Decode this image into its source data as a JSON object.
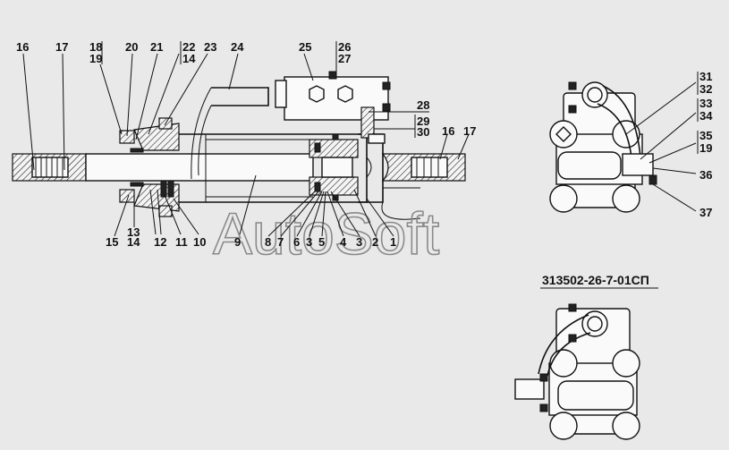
{
  "watermark": "AutoSoft",
  "variant_label": "313502-26-7-01СП",
  "callouts": {
    "c16a": "16",
    "c17a": "17",
    "c18": "18",
    "c19a": "19",
    "c20": "20",
    "c21": "21",
    "c22": "22",
    "c14a": "14",
    "c23": "23",
    "c24": "24",
    "c25": "25",
    "c26": "26",
    "c27": "27",
    "c28": "28",
    "c29": "29",
    "c30": "30",
    "c16b": "16",
    "c17b": "17",
    "c15": "15",
    "c13": "13",
    "c14b": "14",
    "c12": "12",
    "c11": "11",
    "c10": "10",
    "c9": "9",
    "c8": "8",
    "c7": "7",
    "c6": "6",
    "c3a": "3",
    "c5": "5",
    "c4": "4",
    "c3b": "3",
    "c2": "2",
    "c1": "1",
    "c31": "31",
    "c32": "32",
    "c33": "33",
    "c34": "34",
    "c35": "35",
    "c19b": "19",
    "c36": "36",
    "c37": "37"
  }
}
